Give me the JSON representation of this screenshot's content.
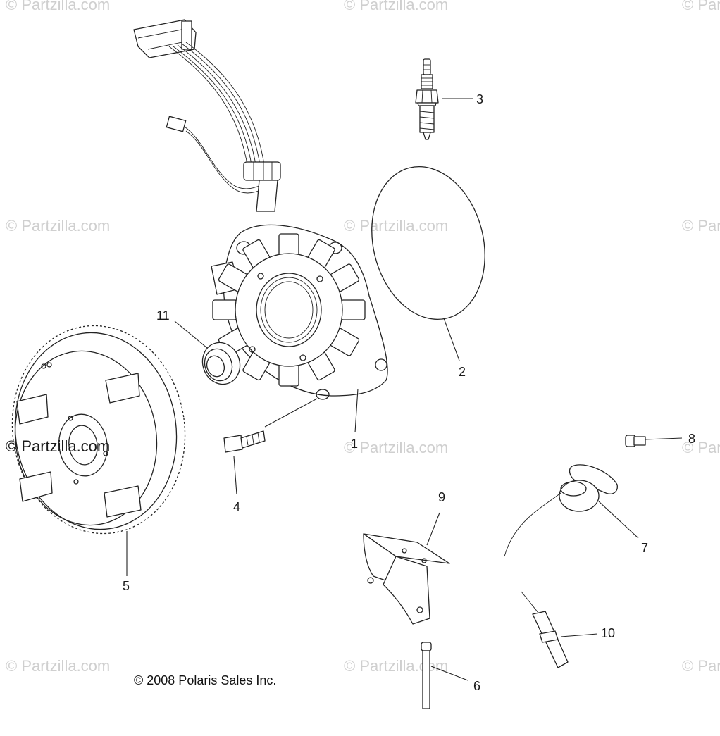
{
  "watermark": "© Partzilla.com",
  "watermark_emphasized": "© Partzilla.com",
  "copyright": "© 2008 Polaris Sales Inc.",
  "callouts": {
    "c1": "1",
    "c2": "2",
    "c3": "3",
    "c4": "4",
    "c5": "5",
    "c6": "6",
    "c7": "7",
    "c8": "8",
    "c9": "9",
    "c10": "10",
    "c11": "11"
  },
  "parts": [
    {
      "id": "1",
      "name": "stator-assembly"
    },
    {
      "id": "2",
      "name": "gasket"
    },
    {
      "id": "3",
      "name": "spark-plug"
    },
    {
      "id": "4",
      "name": "screw"
    },
    {
      "id": "5",
      "name": "flywheel"
    },
    {
      "id": "6",
      "name": "rivet"
    },
    {
      "id": "7",
      "name": "pickup-sensor"
    },
    {
      "id": "8",
      "name": "screw"
    },
    {
      "id": "9",
      "name": "bracket"
    },
    {
      "id": "10",
      "name": "sensor"
    },
    {
      "id": "11",
      "name": "seal"
    }
  ]
}
